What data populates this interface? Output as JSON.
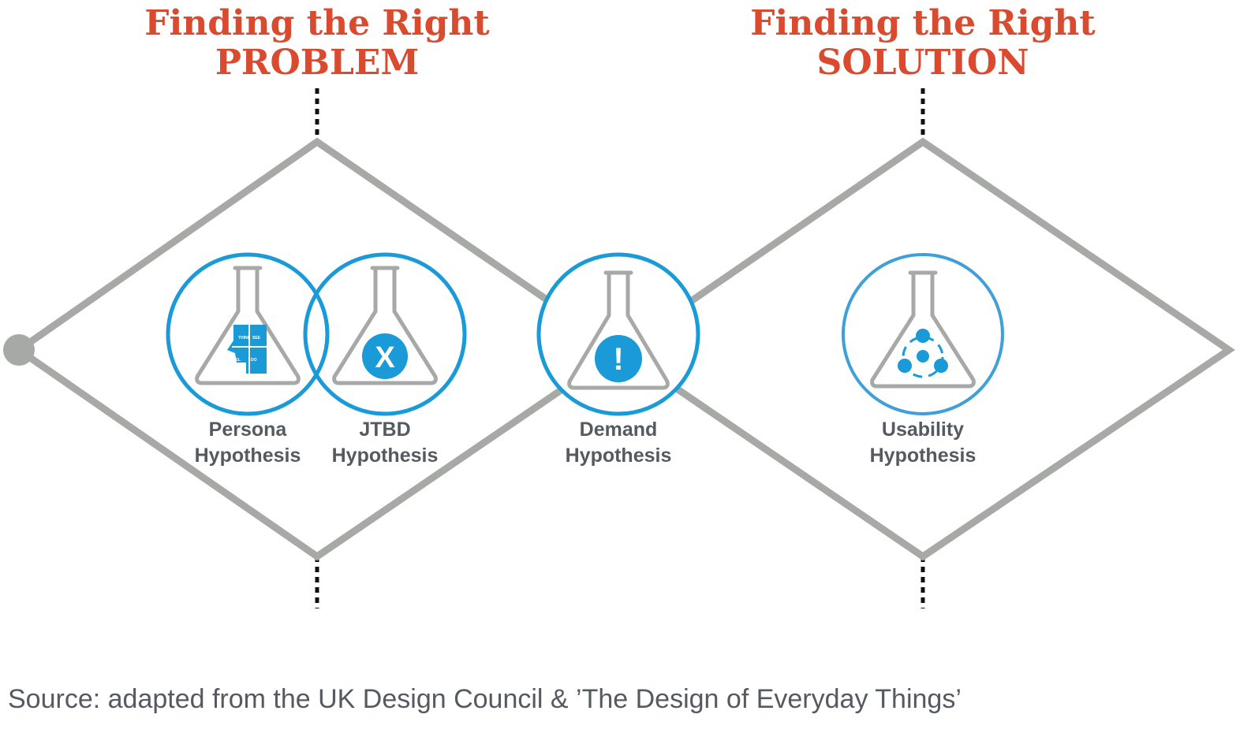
{
  "titles": {
    "problem": {
      "line1": "Finding the Right",
      "line2": "PROBLEM"
    },
    "solution": {
      "line1": "Finding the Right",
      "line2": "SOLUTION"
    }
  },
  "hypotheses": {
    "persona": {
      "line1": "Persona",
      "line2": "Hypothesis",
      "icon": "persona-flask-icon",
      "quadrants": [
        "THINK",
        "SEE",
        "FEEL",
        "DO"
      ]
    },
    "jtbd": {
      "line1": "JTBD",
      "line2": "Hypothesis",
      "icon": "x-flask-icon",
      "symbol": "X"
    },
    "demand": {
      "line1": "Demand",
      "line2": "Hypothesis",
      "icon": "exclamation-flask-icon",
      "symbol": "!"
    },
    "usability": {
      "line1": "Usability",
      "line2": "Hypothesis",
      "icon": "network-flask-icon"
    }
  },
  "source": "Source: adapted from the UK Design Council & ’The Design of Everyday Things’",
  "colors": {
    "title": "#d94a2e",
    "accent": "#1a9ad6",
    "diamond": "#a7a9a7",
    "label": "#555a60"
  }
}
